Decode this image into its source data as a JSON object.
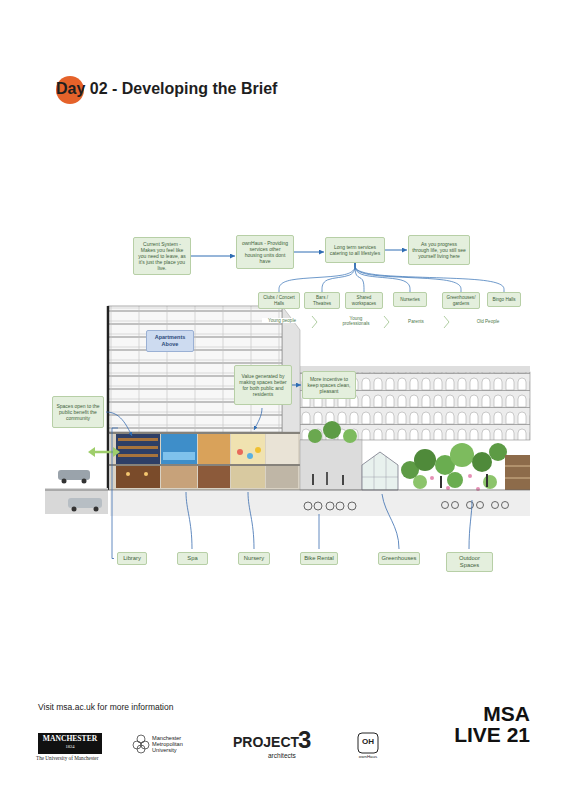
{
  "diagram": {
    "title": "Day 02 - Developing the Brief",
    "nodes": [
      {
        "text": [
          "Current System - Makes you feel like you need to leave, as it's just the place you live."
        ]
      },
      {
        "text": [
          "ownHaus - Providing services other housing units dont have"
        ]
      },
      {
        "text": [
          "Long term services catering to all lifestyles"
        ]
      },
      {
        "text": [
          "As you progress through life, you still see yourself living here"
        ]
      },
      {
        "text": [
          "Clubs / Concert Halls"
        ]
      },
      {
        "text": [
          "Bars / Theatres"
        ]
      },
      {
        "text": [
          "Shared workspaces"
        ]
      },
      {
        "text": [
          "Nurseries"
        ]
      },
      {
        "text": [
          "Greenhouses/ gardens"
        ]
      },
      {
        "text": [
          "Bingo Halls"
        ]
      },
      {
        "text": [
          "Apartments Above"
        ]
      },
      {
        "text": [
          "Value generated by making spaces better for both public and residents"
        ]
      },
      {
        "text": [
          "More incentive to keep spaces clean, pleasant"
        ]
      },
      {
        "text": [
          "Spaces open to the public benefit the community"
        ]
      },
      {
        "text": [
          "Library"
        ]
      },
      {
        "text": [
          "Spa"
        ]
      },
      {
        "text": [
          "Nursery"
        ]
      },
      {
        "text": [
          "Bike Rental"
        ]
      },
      {
        "text": [
          "Greenhouses"
        ]
      },
      {
        "text": [
          "Outdoor Spaces"
        ]
      }
    ],
    "edges": [
      {
        "from": 0,
        "to": 1,
        "arrow": "to"
      },
      {
        "from": 1,
        "to": 2,
        "arrow": "to"
      },
      {
        "from": 2,
        "to": 3,
        "arrow": "to"
      },
      {
        "from": 2,
        "to": 4,
        "arrow": "none"
      },
      {
        "from": 2,
        "to": 5,
        "arrow": "none"
      },
      {
        "from": 2,
        "to": 6,
        "arrow": "none"
      },
      {
        "from": 2,
        "to": 7,
        "arrow": "none"
      },
      {
        "from": 2,
        "to": 8,
        "arrow": "none"
      },
      {
        "from": 2,
        "to": 9,
        "arrow": "none"
      },
      {
        "from": 11,
        "to": 12,
        "arrow": "to"
      }
    ],
    "labels": [
      "Young people",
      "Young professionals",
      "Parents",
      "Old People",
      "Visit msa.ac.uk for more information",
      "MANCHESTER",
      "1824",
      "The University of Manchester",
      "Manchester Metropolitan University",
      "PROJECT",
      "3",
      "architects",
      "OH",
      "ownHaus",
      "MSA",
      "LIVE 21"
    ]
  }
}
